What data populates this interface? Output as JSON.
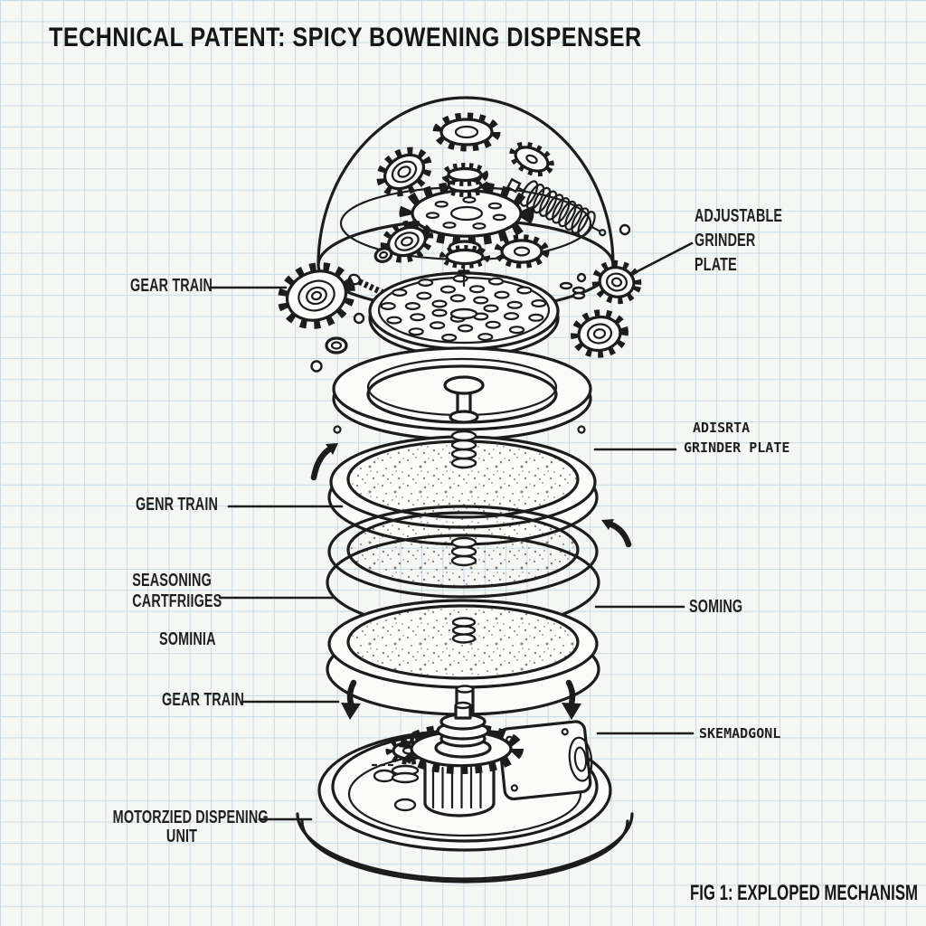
{
  "title": "TECHNICAL PATENT: SPICY BOWENING DISPENSER",
  "figure_caption": "FIG 1: EXPLOPED MECHANISM",
  "callouts": {
    "gear_train_top": "GEAR TRAIN",
    "adjustable_grinder_plate": {
      "line1": "ADJUSTABLE",
      "line2": "GRINDER",
      "line3": "PLATE"
    },
    "genr_train": "GENR TRAIN",
    "adisrta_grinder_plate": {
      "line1": "ADISRTA",
      "line2": "GRINDER PLATE"
    },
    "seasoning_cartridges": {
      "line1": "SEASONING",
      "line2": "CARTFRIIGES"
    },
    "sominia": "SOMINIA",
    "soming": "SOMING",
    "gear_train_lower": "GEAR TRAIN",
    "skemadgonl": "SKEMADGONL",
    "motorized_dispensing_unit": {
      "line1": "MOTORZIED DISPENING",
      "line2": "UNIT"
    }
  },
  "colors": {
    "paper": "#f5f7f5",
    "grid_line": "#c6d9e6",
    "ink": "#1c1c1c",
    "spice_red": "#ae231d",
    "spice_orange_rim": "#f1953f",
    "spice_orange": "#e0752b",
    "spice_yellow": "#e9a72c"
  }
}
